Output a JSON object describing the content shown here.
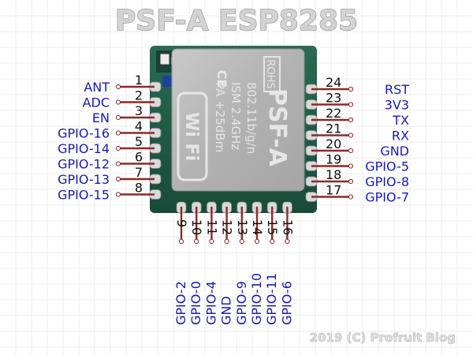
{
  "title": "PSF-A ESP8285",
  "footer": "2019 (C) Profruit Blog",
  "shield": {
    "model": "PSF-A",
    "line1": "802.11b/g/n",
    "line2": "ISM 2.4GHz",
    "line3": "PA +25dBm",
    "wifi_logo": "Wi Fi",
    "ce_mark": "CE",
    "rohs_mark": "ROHS"
  },
  "pins_left": [
    {
      "num": "1",
      "name": "ANT"
    },
    {
      "num": "2",
      "name": "ADC"
    },
    {
      "num": "3",
      "name": "EN"
    },
    {
      "num": "4",
      "name": "GPIO-16"
    },
    {
      "num": "5",
      "name": "GPIO-14"
    },
    {
      "num": "6",
      "name": "GPIO-12"
    },
    {
      "num": "7",
      "name": "GPIO-13"
    },
    {
      "num": "8",
      "name": "GPIO-15"
    }
  ],
  "pins_right": [
    {
      "num": "24",
      "name": "RST"
    },
    {
      "num": "23",
      "name": "3V3"
    },
    {
      "num": "22",
      "name": "TX"
    },
    {
      "num": "21",
      "name": "RX"
    },
    {
      "num": "20",
      "name": "GND"
    },
    {
      "num": "19",
      "name": "GPIO-5"
    },
    {
      "num": "18",
      "name": "GPIO-8"
    },
    {
      "num": "17",
      "name": "GPIO-7"
    }
  ],
  "pins_bottom": [
    {
      "num": "9",
      "name": "GPIO-2"
    },
    {
      "num": "10",
      "name": "GPIO-0"
    },
    {
      "num": "11",
      "name": "GPIO-4"
    },
    {
      "num": "12",
      "name": "GND"
    },
    {
      "num": "13",
      "name": "GPIO-9"
    },
    {
      "num": "14",
      "name": "GPIO-10"
    },
    {
      "num": "15",
      "name": "GPIO-11"
    },
    {
      "num": "16",
      "name": "GPIO-6"
    }
  ],
  "colors": {
    "wire": "#8b2a2a",
    "pin_label": "#1919b4",
    "pin_number": "#111111",
    "pcb": "#1e5a45",
    "shield": "#b8b8b8"
  }
}
